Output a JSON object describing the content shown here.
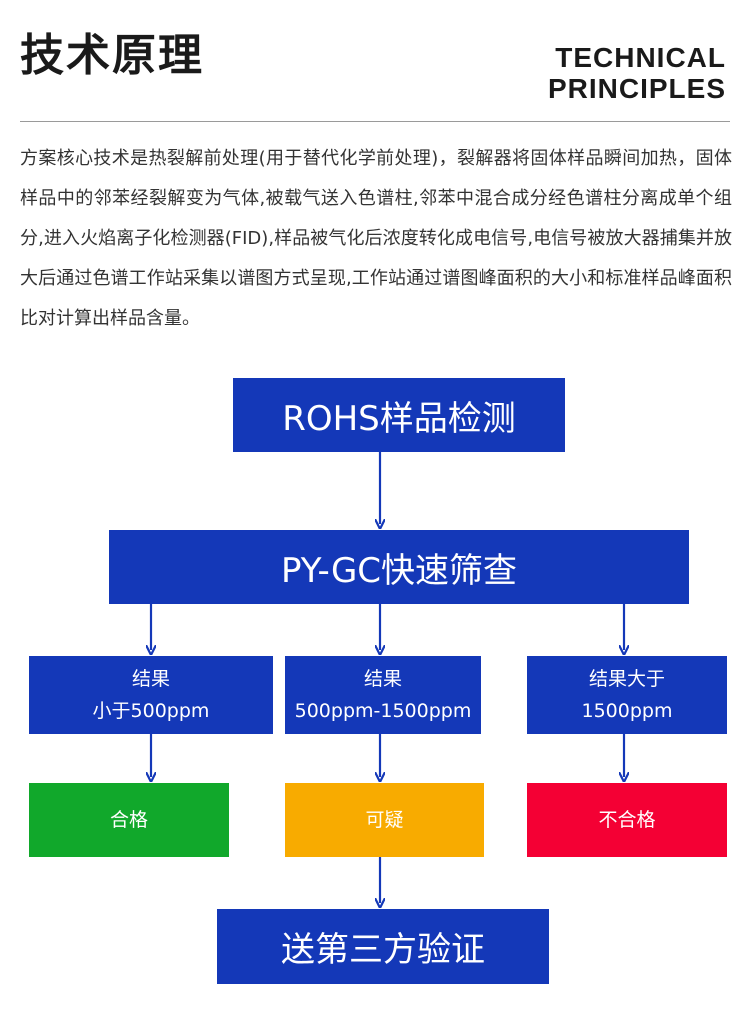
{
  "header": {
    "title_cn": "技术原理",
    "title_en_line1": "TECHNICAL",
    "title_en_line2": "PRINCIPLES"
  },
  "intro": {
    "text": "方案核心技术是热裂解前处理(用于替代化学前处理)，裂解器将固体样品瞬间加热，固体样品中的邻苯经裂解变为气体,被载气送入色谱柱,邻苯中混合成分经色谱柱分离成单个组分,进入火焰离子化检测器(FID),样品被气化后浓度转化成电信号,电信号被放大器捕集并放大后通过色谱工作站采集以谱图方式呈现,工作站通过谱图峰面积的大小和标准样品峰面积比对计算出样品含量。"
  },
  "flow": {
    "start": "ROHS样品检测",
    "screen": "PY-GC快速筛查",
    "results": [
      {
        "line1": "结果",
        "line2": "小于500ppm"
      },
      {
        "line1": "结果",
        "line2": "500ppm-1500ppm"
      },
      {
        "line1": "结果大于",
        "line2": "1500ppm"
      }
    ],
    "outcomes": [
      "合格",
      "可疑",
      "不合格"
    ],
    "final": "送第三方验证"
  },
  "colors": {
    "box_blue": "#1438b8",
    "pass_green": "#11a82b",
    "suspect_amber": "#f8ab00",
    "fail_red": "#f40034",
    "arrow_blue": "#1438b8"
  }
}
